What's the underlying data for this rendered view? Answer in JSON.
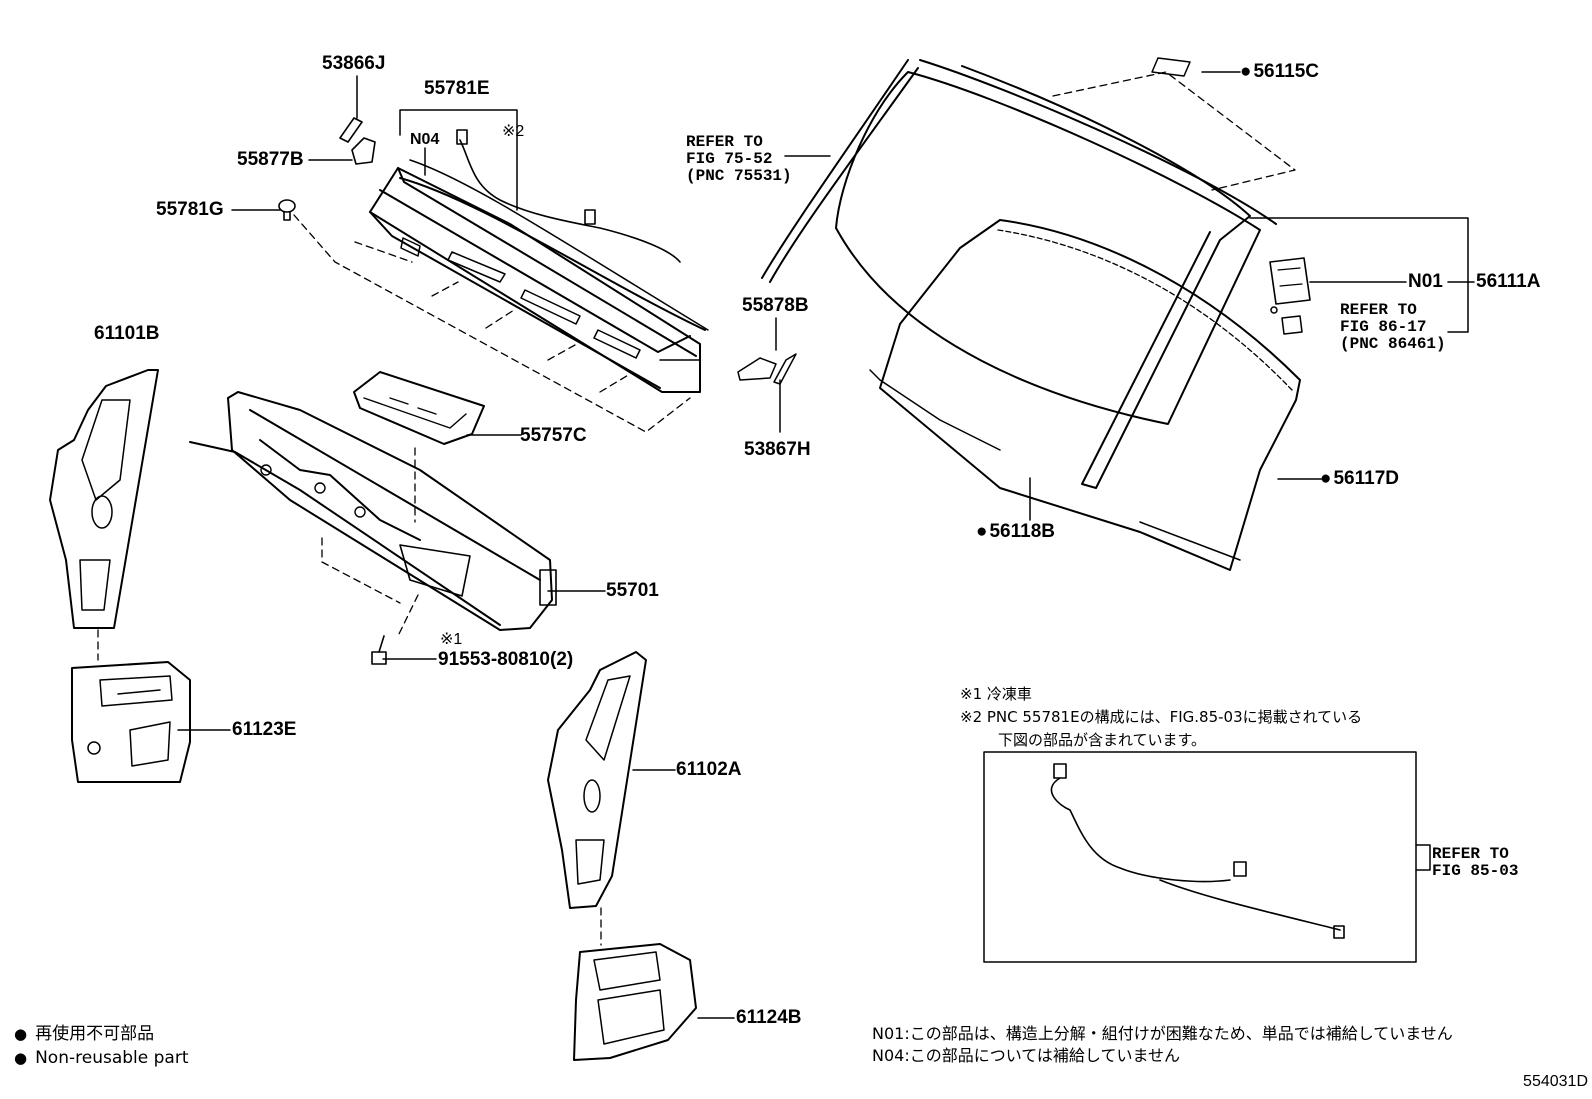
{
  "parts": {
    "p53866J": "53866J",
    "p55781E": "55781E",
    "p55877B": "55877B",
    "p55781G": "55781G",
    "pN04": "N04",
    "pNote2mark": "※2",
    "p61101B": "61101B",
    "p55757C": "55757C",
    "p55701": "55701",
    "pNote1mark": "※1",
    "p91553": "91553-80810(2)",
    "p61123E": "61123E",
    "p61102A": "61102A",
    "p61124B": "61124B",
    "p55878B": "55878B",
    "p53867H": "53867H",
    "p56115C": "56115C",
    "p56117D": "56117D",
    "p56118B": "56118B",
    "pN01": "N01",
    "p56111A": "56111A"
  },
  "refs": {
    "ref1": "REFER TO\nFIG 75-52\n(PNC 75531)",
    "ref2": "REFER TO\nFIG 86-17\n(PNC 86461)",
    "ref3": "REFER TO\nFIG 85-03"
  },
  "notes": {
    "n1": "※1 冷凍車",
    "n2a": "※2 PNC 55781Eの構成には、FIG.85-03に掲載されている",
    "n2b": "下図の部品が含まれています。",
    "nN01": "N01:この部品は、構造上分解・組付けが困難なため、単品では補給していません",
    "nN04": "N04:この部品については補給していません"
  },
  "legend": {
    "dot": "●",
    "jp": "再使用不可部品",
    "en": "Non-reusable part"
  },
  "figure_code": "554031D"
}
